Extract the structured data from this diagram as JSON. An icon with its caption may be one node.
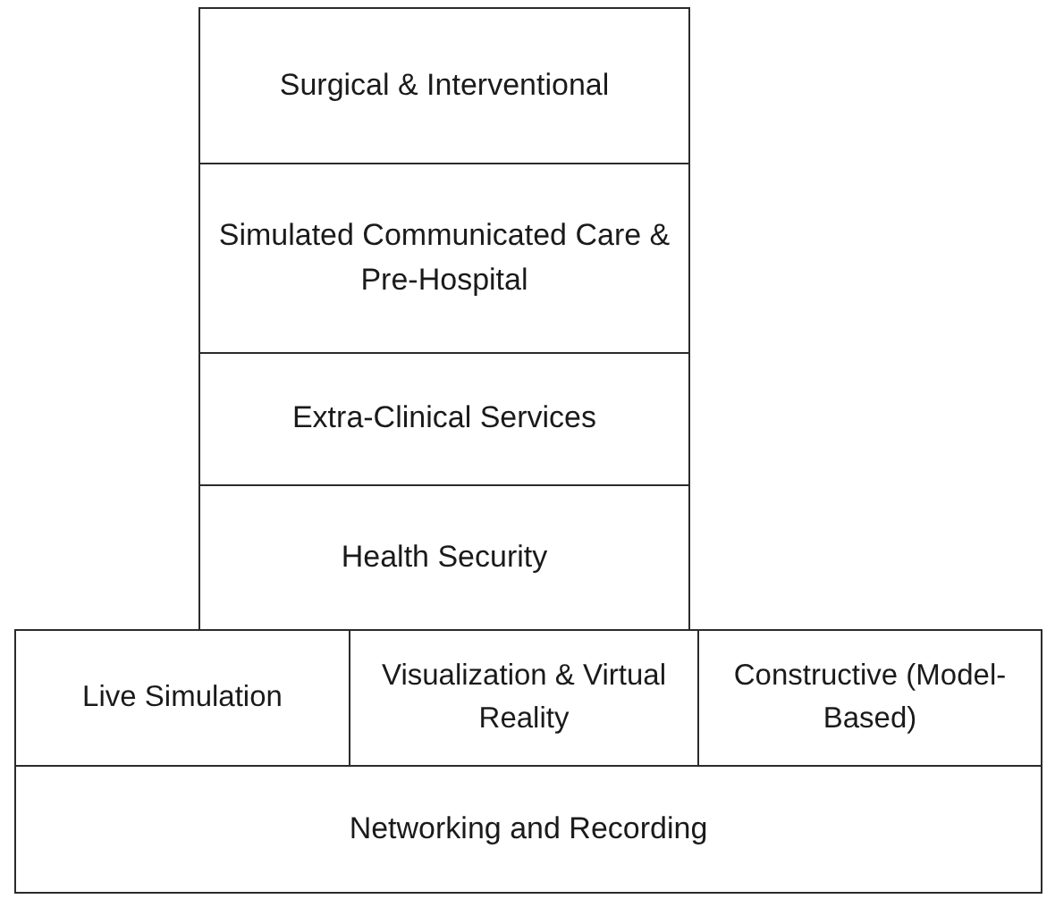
{
  "diagram": {
    "nodes": [
      {
        "text": [
          "Surgical & Interventional"
        ]
      },
      {
        "text": [
          "Simulated Communicated Care & Pre-Hospital"
        ]
      },
      {
        "text": [
          "Extra-Clinical Services"
        ]
      },
      {
        "text": [
          "Health Security"
        ]
      },
      {
        "text": [
          "Live Simulation"
        ]
      },
      {
        "text": [
          "Visualization & Virtual Reality"
        ]
      },
      {
        "text": [
          "Constructive (Model-Based)"
        ]
      },
      {
        "text": [
          "Networking and Recording"
        ]
      }
    ]
  }
}
